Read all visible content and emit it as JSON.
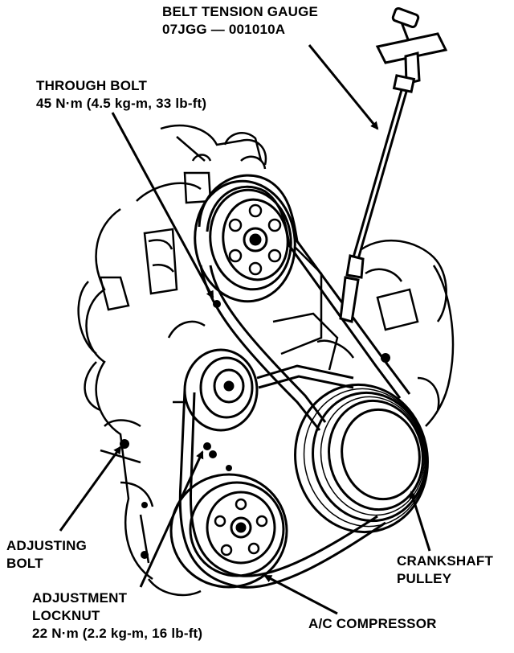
{
  "colors": {
    "ink": "#000000",
    "paper": "#ffffff"
  },
  "labels": {
    "belt_tension_gauge": {
      "line1": "BELT TENSION GAUGE",
      "line2": "07JGG — 001010A"
    },
    "through_bolt": {
      "line1": "THROUGH BOLT",
      "line2": "45 N·m (4.5 kg-m, 33 lb-ft)"
    },
    "adjusting_bolt": {
      "line1": "ADJUSTING",
      "line2": "BOLT"
    },
    "adjustment_locknut": {
      "line1": "ADJUSTMENT",
      "line2": "LOCKNUT",
      "line3": "22 N·m (2.2 kg-m, 16 lb-ft)"
    },
    "crankshaft_pulley": {
      "line1": "CRANKSHAFT",
      "line2": "PULLEY"
    },
    "ac_compressor": {
      "line1": "A/C COMPRESSOR"
    }
  }
}
